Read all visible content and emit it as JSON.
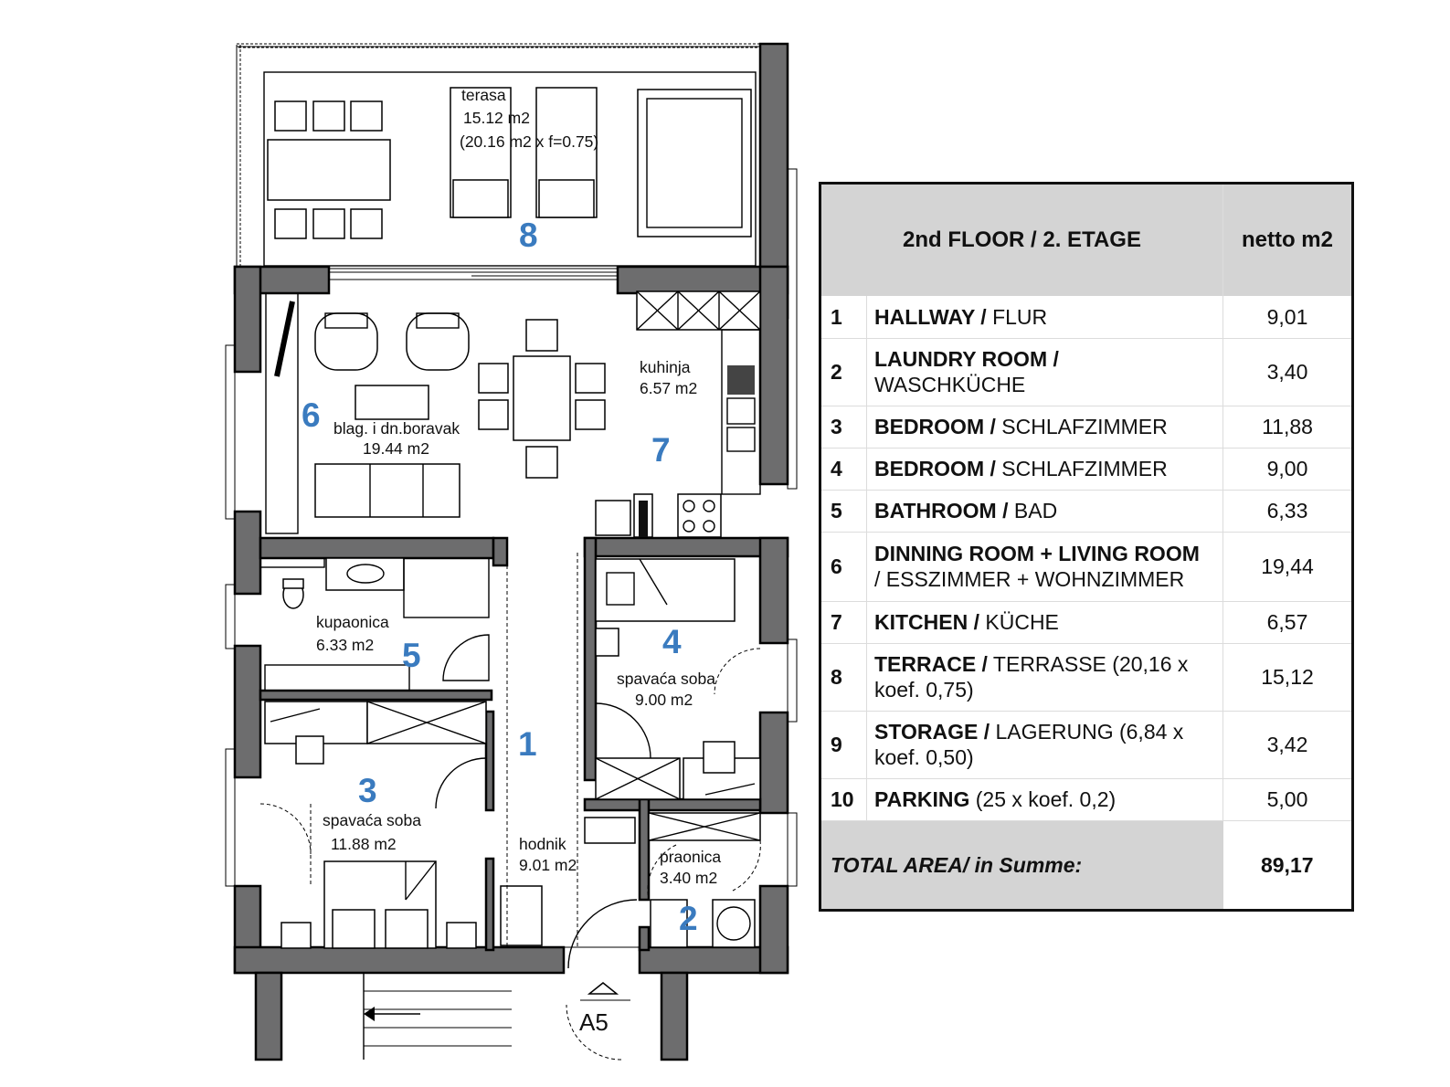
{
  "plan": {
    "rooms": [
      {
        "num": "1",
        "name": "hodnik",
        "area": "9.01 m2"
      },
      {
        "num": "2",
        "name": "praonica",
        "area": "3.40 m2"
      },
      {
        "num": "3",
        "name": "spavaća soba",
        "area": "11.88 m2"
      },
      {
        "num": "4",
        "name": "spavaća soba",
        "area": "9.00 m2"
      },
      {
        "num": "5",
        "name": "kupaonica",
        "area": "6.33 m2"
      },
      {
        "num": "6",
        "name": "blag. i dn.boravak",
        "area": "19.44 m2"
      },
      {
        "num": "7",
        "name": "kuhinja",
        "area": "6.57 m2"
      },
      {
        "num": "8",
        "name": "terasa",
        "area": "15.12 m2",
        "note": "(20.16 m2 x f=0.75)"
      }
    ],
    "stair_marker": "A5"
  },
  "table": {
    "header_title": "2nd FLOOR / 2. ETAGE",
    "header_value": "netto m2",
    "rows": [
      {
        "num": "1",
        "bold": "HALLWAY /",
        "rest": " FLUR",
        "value": "9,01"
      },
      {
        "num": "2",
        "bold": "LAUNDRY ROOM /",
        "rest": " WASCHKÜCHE",
        "value": "3,40"
      },
      {
        "num": "3",
        "bold": "BEDROOM /",
        "rest": " SCHLAFZIMMER",
        "value": "11,88"
      },
      {
        "num": "4",
        "bold": "BEDROOM /",
        "rest": " SCHLAFZIMMER",
        "value": "9,00"
      },
      {
        "num": "5",
        "bold": "BATHROOM /",
        "rest": " BAD",
        "value": "6,33"
      },
      {
        "num": "6",
        "bold": "DINNING ROOM + LIVING ROOM",
        "rest": " / ESSZIMMER + WOHNZIMMER",
        "value": "19,44"
      },
      {
        "num": "7",
        "bold": "KITCHEN /",
        "rest": " KÜCHE",
        "value": "6,57"
      },
      {
        "num": "8",
        "bold": "TERRACE /",
        "rest": " TERRASSE (20,16 x koef. 0,75)",
        "value": "15,12"
      },
      {
        "num": "9",
        "bold": "STORAGE /",
        "rest": " LAGERUNG (6,84 x koef. 0,50)",
        "value": "3,42"
      },
      {
        "num": "10",
        "bold": "PARKING",
        "rest": " (25 x koef. 0,2)",
        "value": "5,00"
      }
    ],
    "total_label": "TOTAL AREA/ in Summe:",
    "total_value": "89,17"
  }
}
